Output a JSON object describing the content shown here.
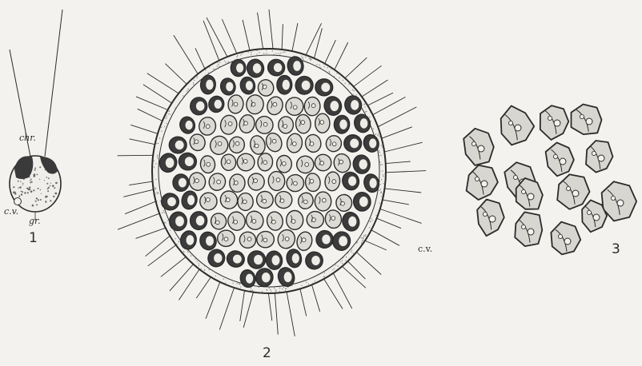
{
  "figures": [
    {
      "number": "1",
      "labels": [
        "chr.",
        "c.v.",
        "gr."
      ]
    },
    {
      "number": "2",
      "labels": [
        "c.v."
      ]
    },
    {
      "number": "3",
      "labels": []
    }
  ],
  "colors": {
    "paper": "#f3f2ee",
    "ink": "#2b2b2b",
    "stipple": "#8a8a8a",
    "cell_fill": "#efeeea"
  }
}
